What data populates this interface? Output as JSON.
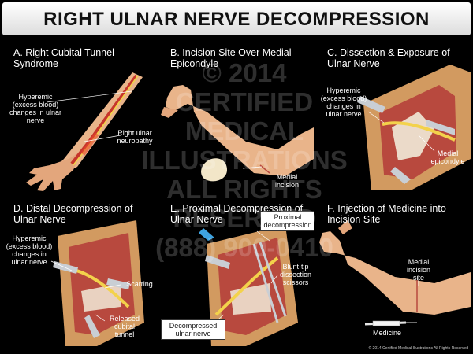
{
  "title": "RIGHT ULNAR NERVE DECOMPRESSION",
  "panels": [
    {
      "heading": "A. Right Cubital Tunnel Syndrome",
      "labels": [
        "Hyperemic (excess blood) changes in ulnar nerve",
        "Right ulnar neuropathy"
      ]
    },
    {
      "heading": "B. Incision Site Over Medial Epicondyle",
      "labels": [
        "Medial incision"
      ]
    },
    {
      "heading": "C. Dissection & Exposure of Ulnar Nerve",
      "labels": [
        "Hyperemic (excess blood) changes in ulnar nerve",
        "Medial epicondyle"
      ]
    },
    {
      "heading": "D. Distal Decompression of Ulnar Nerve",
      "labels": [
        "Hyperemic (excess blood) changes in ulnar nerve",
        "Scarring",
        "Released cubital tunnel"
      ]
    },
    {
      "heading": "E. Proximal Decompression of Ulnar Nerve",
      "labels": [
        "Proximal decompression",
        "Blunt-tip dissection scissors",
        "Decompressed ulnar nerve"
      ]
    },
    {
      "heading": "F. Injection of Medicine into Incision Site",
      "labels": [
        "Medial incision site",
        "Medicine"
      ]
    }
  ],
  "watermark": {
    "lines": [
      "© 2014",
      "CERTIFIED",
      "MEDICAL",
      "ILLUSTRATIONS",
      "ALL RIGHTS",
      "RESERVED",
      "(888) 900-0410"
    ]
  },
  "copyright": "© 2014 Certified Medical Illustrations All Rights Reserved",
  "colors": {
    "background": "#000000",
    "skin": "#e9b48a",
    "muscle": "#b8493e",
    "nerve": "#e8c45a",
    "fat": "#e8c06a",
    "retractor": "#c9ced4"
  }
}
